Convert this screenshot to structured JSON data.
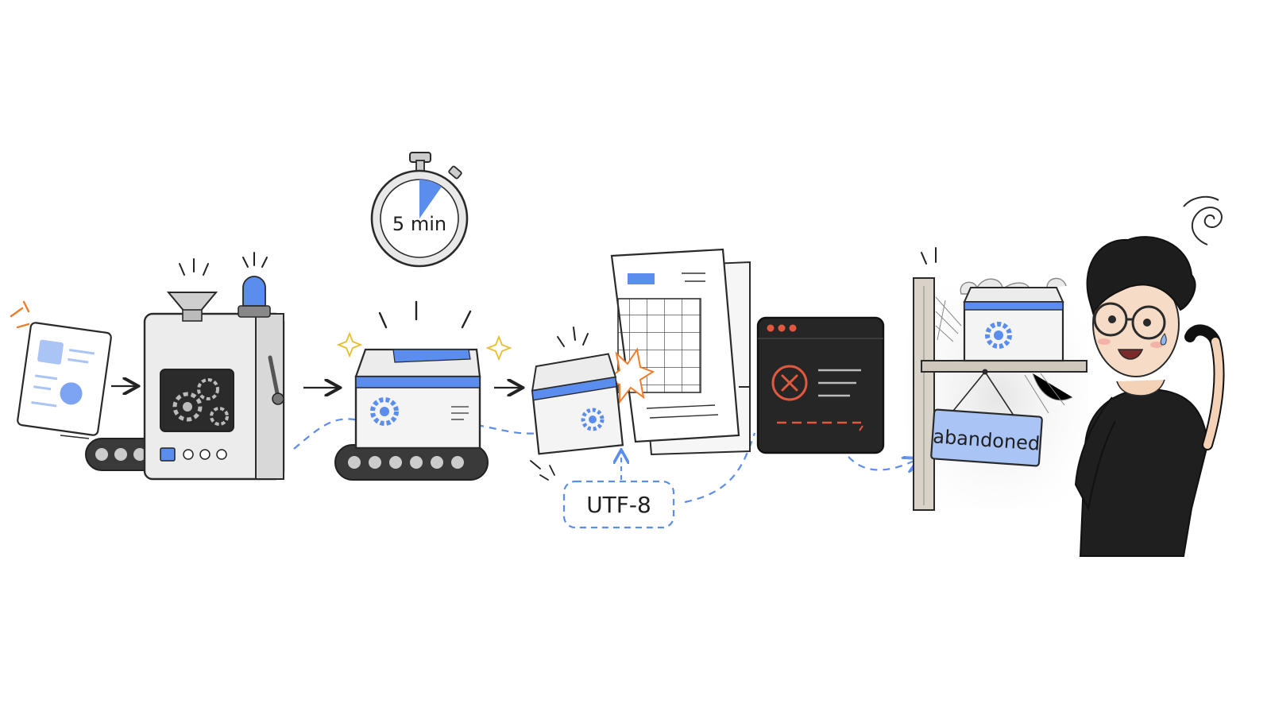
{
  "labels": {
    "timer": "5 min",
    "encoding": "UTF-8",
    "sign": "abandoned"
  },
  "colors": {
    "accent": "#5b8def",
    "accent_light": "#a9c4f5",
    "ink": "#2a2a2a",
    "paper": "#f4f4f4",
    "terminal": "#262626",
    "error": "#e2583e",
    "spark": "#e9be2f",
    "burst": "#f07d2a"
  },
  "icons": {
    "document": "document-icon",
    "machine": "factory-machine",
    "timer": "stopwatch-icon",
    "package": "package-box",
    "spreadsheet": "spreadsheet-pages",
    "terminal": "terminal-window",
    "error": "error-x-icon",
    "shelf": "dusty-shelf",
    "person": "confused-developer"
  }
}
